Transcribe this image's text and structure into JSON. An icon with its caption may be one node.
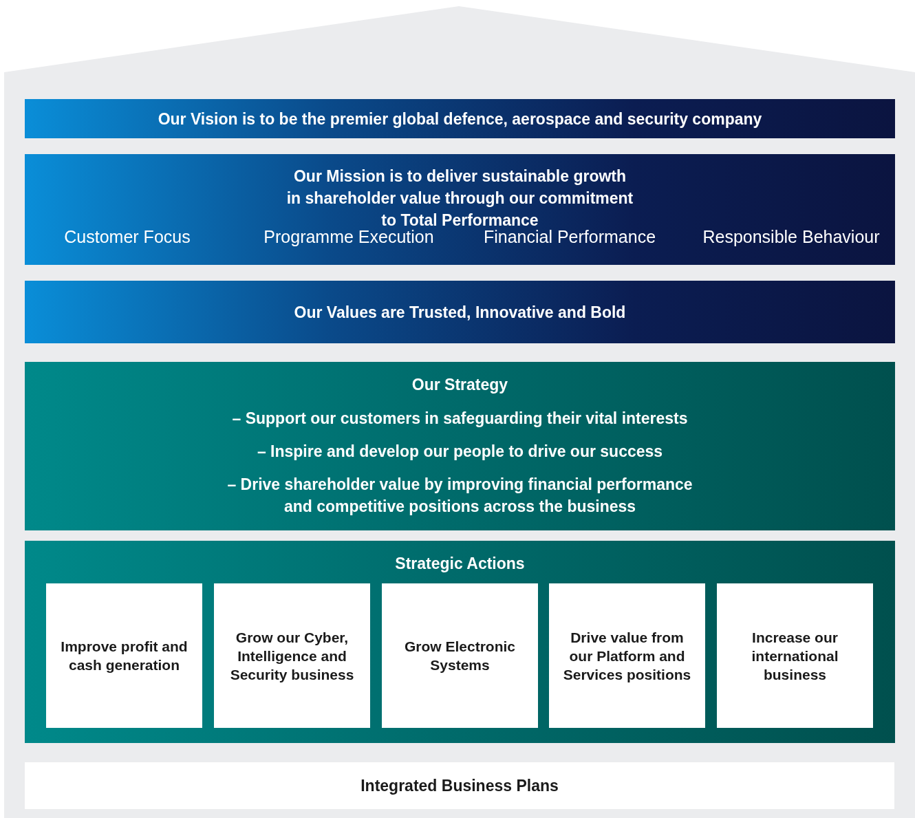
{
  "diagram": {
    "nodes": [
      {
        "text": [
          "Our Vision is to be the premier global defence, aerospace and security company"
        ]
      },
      {
        "text": [
          "Our Mission is to deliver sustainable growth in shareholder value through our commitment to Total Performance",
          "Customer Focus",
          "Programme Execution",
          "Financial Performance",
          "Responsible Behaviour"
        ]
      },
      {
        "text": [
          "Our Values are Trusted, Innovative and Bold"
        ]
      },
      {
        "text": [
          "Our Strategy",
          "– Support our customers in safeguarding their vital interests",
          "– Inspire and develop our people to drive our success",
          "– Drive shareholder value by improving financial performance and competitive positions across the business"
        ]
      },
      {
        "text": [
          "Strategic Actions"
        ]
      },
      {
        "text": [
          "Improve profit and cash generation"
        ],
        "in": 4
      },
      {
        "text": [
          "Grow our Cyber, Intelligence and Security business"
        ],
        "in": 4
      },
      {
        "text": [
          "Grow Electronic Systems"
        ],
        "in": 4
      },
      {
        "text": [
          "Drive value from our Platform and Services positions"
        ],
        "in": 4
      },
      {
        "text": [
          "Increase our international business"
        ],
        "in": 4
      },
      {
        "text": [
          "Integrated Business Plans"
        ]
      }
    ]
  }
}
